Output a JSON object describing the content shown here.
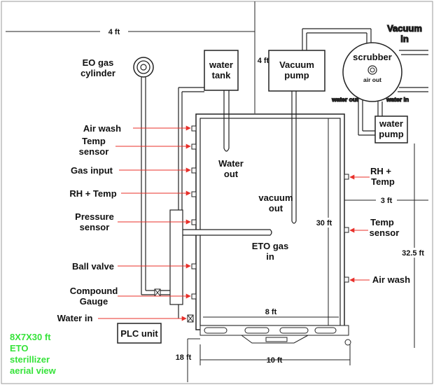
{
  "colors": {
    "line": "#222222",
    "arrow": "#e8302a",
    "caption": "#36e33a"
  },
  "dimensions": {
    "top_width": "4 ft",
    "vertical_gap": "4 ft",
    "right_offset": "3 ft",
    "inner_height": "30 ft",
    "outer_height": "32.5 ft",
    "inner_width": "8 ft",
    "outer_width": "10 ft",
    "base_gap": "18 ft"
  },
  "equipment": {
    "eo_cylinder": [
      "EO gas",
      "cylinder"
    ],
    "water_tank": [
      "water",
      "tank"
    ],
    "vacuum_pump": [
      "Vacuum",
      "pump"
    ],
    "scrubber": "scrubber",
    "scrubber_outlet": "air out",
    "vacuum_in": [
      "Vacuum",
      "in"
    ],
    "water_out_small": "water out",
    "water_in_small": "water in",
    "water_pump": [
      "water",
      "pump"
    ],
    "plc_unit": "PLC unit"
  },
  "inner_labels": {
    "water_out": [
      "Water",
      "out"
    ],
    "vacuum_out": [
      "vacuum",
      "out"
    ],
    "eto_gas_in": [
      "ETO gas",
      "in"
    ]
  },
  "left_ports": {
    "air_wash": "Air wash",
    "temp_sensor": [
      "Temp",
      "sensor"
    ],
    "gas_input": "Gas input",
    "rh_temp": "RH + Temp",
    "pressure_sensor": [
      "Pressure",
      "sensor"
    ],
    "ball_valve": "Ball valve",
    "compound_gauge": [
      "Compound",
      "Gauge"
    ],
    "water_in": "Water in"
  },
  "right_ports": {
    "rh_temp": [
      "RH +",
      "Temp"
    ],
    "temp_sensor": [
      "Temp",
      "sensor"
    ],
    "air_wash": "Air wash"
  },
  "caption": [
    "8X7X30 ft",
    "ETO",
    "sterillizer",
    "aerial view"
  ]
}
